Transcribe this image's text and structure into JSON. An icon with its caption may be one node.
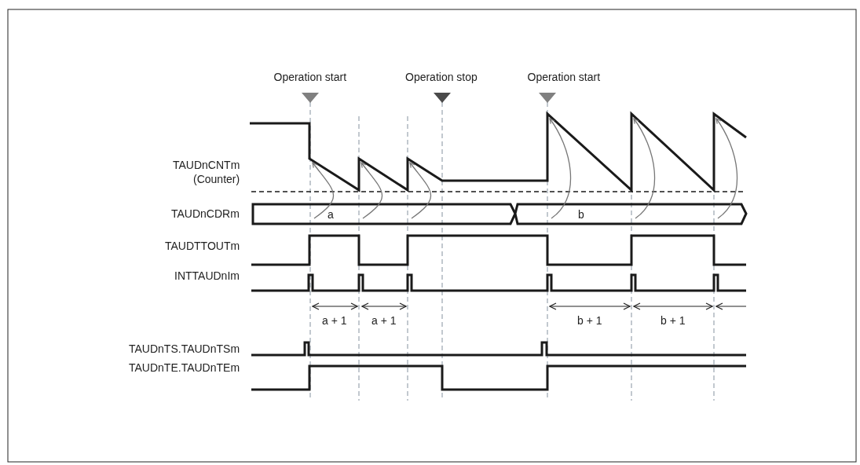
{
  "diagram": {
    "labels": [
      "Operation start",
      "Operation stop",
      "Operation start",
      "TAUDnCNTm",
      "(Counter)",
      "TAUDnCDRm",
      "a",
      "b",
      "TAUDTTOUTm",
      "INTTAUDnIm",
      "a + 1",
      "a + 1",
      "b + 1",
      "b + 1",
      "TAUDnTS.TAUDnTSm",
      "TAUDnTE.TAUDnTEm"
    ]
  }
}
